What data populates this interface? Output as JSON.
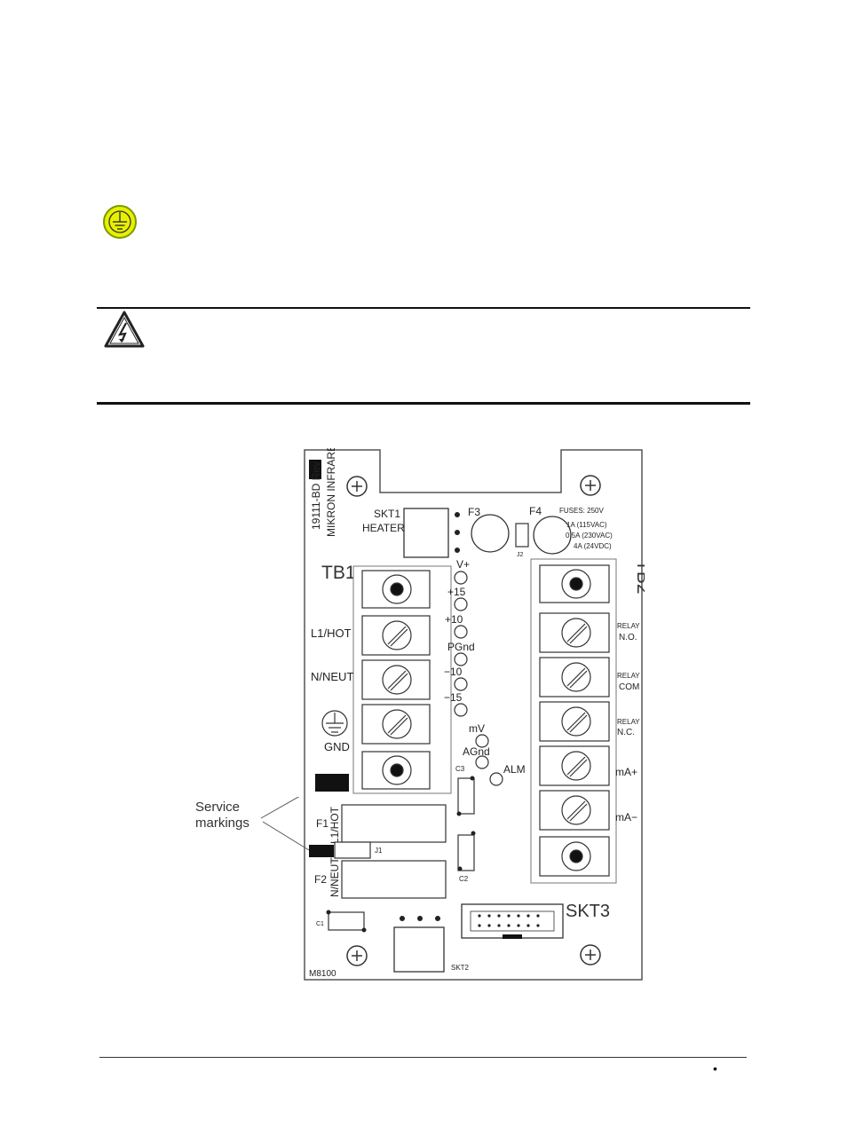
{
  "page": {
    "footer_bullet": "•"
  },
  "icons": {
    "ground": "protective-earth-icon",
    "warning": "electric-shock-warning-icon",
    "ground_color": "#E8F000",
    "ground_ring_color": "#7A9A00"
  },
  "board": {
    "part_number": "19111-BD Rev",
    "maker": "MIKRON INFRARED",
    "skt1_line1": "SKT1",
    "skt1_line2": "HEATER",
    "f3": "F3",
    "f4": "F4",
    "fuses_title": "FUSES: 250V",
    "fuse_115": "1A (115VAC)",
    "fuse_230": "0.5A (230VAC)",
    "fuse_24": "4A (24VDC)",
    "j2": "J2",
    "tb1": "TB1",
    "tb2": "TB2",
    "l1_hot": "L1/HOT",
    "n_neut": "N/NEUT",
    "gnd": "GND",
    "tp_vplus": "V+",
    "tp_p15": "+15",
    "tp_p10": "+10",
    "tp_pgnd": "PGnd",
    "tp_m10": "−10",
    "tp_m15": "−15",
    "tp_mv": "mV",
    "tp_agnd": "AGnd",
    "tp_alm": "ALM",
    "relay_no_1": "RELAY",
    "relay_no_2": "N.O.",
    "relay_com_1": "RELAY",
    "relay_com_2": "COM",
    "relay_nc_1": "RELAY",
    "relay_nc_2": "N.C.",
    "ma_plus": "mA+",
    "ma_minus": "mA−",
    "c1": "C1",
    "c2": "C2",
    "c3": "C3",
    "f1": "F1",
    "f2": "F2",
    "f1_label": "L1/HOT",
    "f2_label": "N/NEUT",
    "j1": "J1",
    "skt2": "SKT2",
    "skt3": "SKT3",
    "model": "M8100"
  },
  "callout": {
    "line1": "Service",
    "line2": "markings"
  }
}
